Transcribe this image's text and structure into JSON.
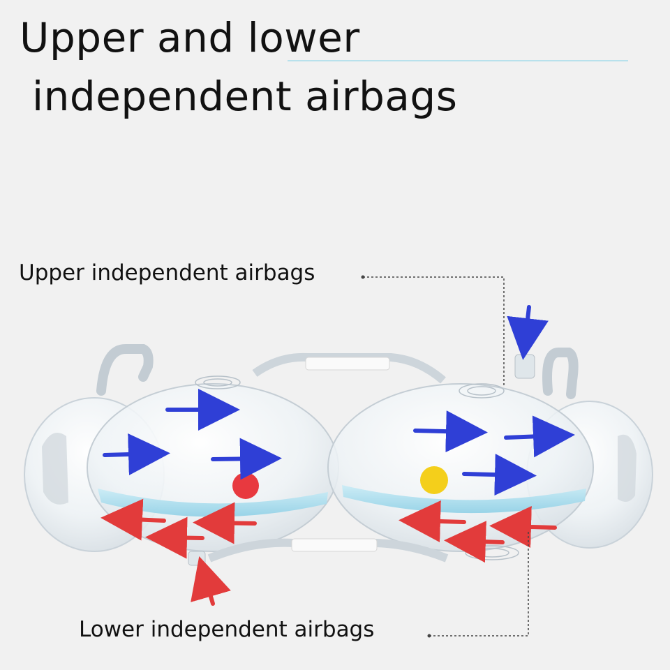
{
  "title": {
    "line1": "Upper and lower",
    "line2": "independent airbags"
  },
  "callouts": {
    "upper": "Upper independent airbags",
    "lower": "Lower independent airbags"
  },
  "colors": {
    "background": "#f1f1f1",
    "upper_arrow": "#2f3fd6",
    "lower_arrow": "#e23b3b",
    "water": "#9fd8ec",
    "title_rule": "#b8e1ec",
    "red_ball": "#e8393f",
    "yellow_ball": "#f4cf1b"
  },
  "icons": {
    "upper_flow": "blue-arrow-icon",
    "lower_flow": "red-arrow-icon",
    "inflation_valve": "valve-icon"
  }
}
